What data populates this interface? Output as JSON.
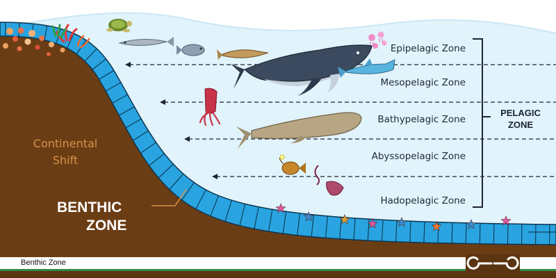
{
  "zones": [
    {
      "label": "Epipelagic Zone"
    },
    {
      "label": "Mesopelagic Zone"
    },
    {
      "label": "Bathypelagic Zone"
    },
    {
      "label": "Abyssopelagic Zone"
    },
    {
      "label": "Hadopelagic Zone"
    }
  ],
  "pelagic": {
    "line1": "PELAGIC",
    "line2": "ZONE"
  },
  "continental": {
    "line1": "Continental",
    "line2": "Shift"
  },
  "benthic": {
    "line1": "BENTHIC",
    "line2": "ZONE"
  },
  "footer": {
    "caption": "Benthic Zone"
  },
  "logo": {
    "icon": "geeksforgeeks-logo-icon"
  },
  "colors": {
    "ocean": "#e1f3fb",
    "seabed_band": "#29a4e0",
    "continent": "#6b3d14",
    "accent_green": "#2f8d46",
    "continental_text": "#d7924a"
  }
}
